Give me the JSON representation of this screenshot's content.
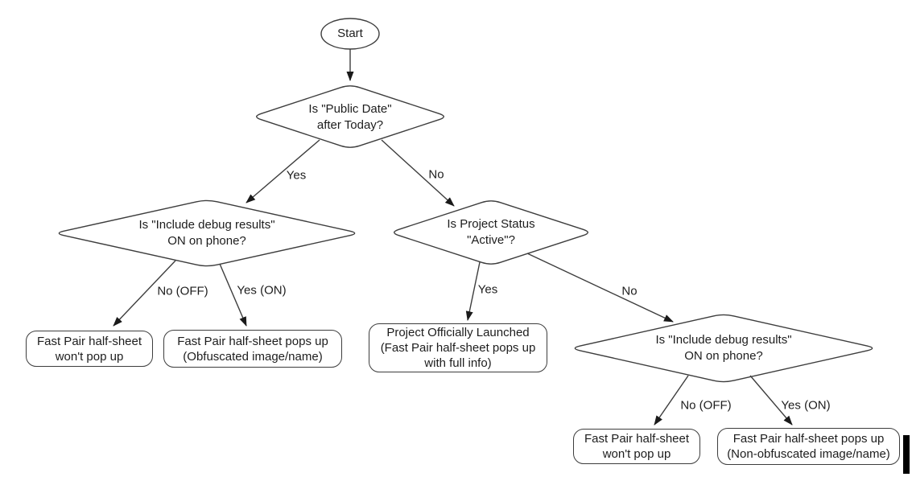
{
  "diagram": {
    "start_label": "Start",
    "decisions": {
      "public_date": "Is \"Public Date\"\nafter Today?",
      "debug_left": "Is \"Include debug results\"\nON on phone?",
      "project_status": "Is Project Status\n\"Active\"?",
      "debug_right": "Is \"Include debug results\"\nON on phone?"
    },
    "results": {
      "wont_popup_left": "Fast Pair half-sheet\nwon't pop up",
      "obfuscated": "Fast Pair half-sheet pops up\n(Obfuscated image/name)",
      "launched": "Project Officially Launched\n(Fast Pair half-sheet pops up\nwith full info)",
      "wont_popup_right": "Fast Pair half-sheet\nwon't pop up",
      "non_obfuscated": "Fast Pair half-sheet pops up\n(Non-obfuscated image/name)"
    },
    "edge_labels": {
      "yes_1": "Yes",
      "no_1": "No",
      "no_off_left": "No (OFF)",
      "yes_on_left": "Yes (ON)",
      "yes_2": "Yes",
      "no_2": "No",
      "no_off_right": "No (OFF)",
      "yes_on_right": "Yes (ON)"
    },
    "colors": {
      "line": "#3d3d3d",
      "text": "#1d1d1d",
      "background": "#ffffff",
      "caret": "#000000"
    }
  }
}
